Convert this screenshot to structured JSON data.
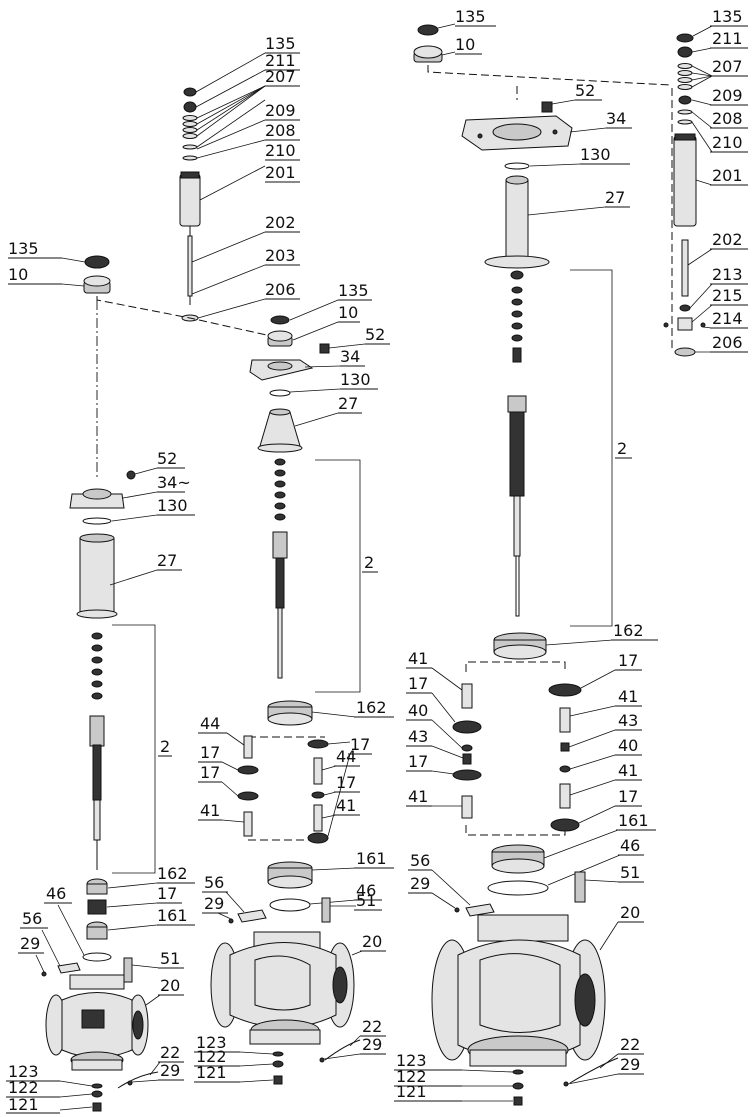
{
  "labels": {
    "a": {
      "l135": "135",
      "l211": "211",
      "l207": "207",
      "l209": "209",
      "l208": "208",
      "l210": "210",
      "l201": "201",
      "l202": "202",
      "l203": "203",
      "l206": "206",
      "l135b": "135",
      "l10": "10"
    },
    "b": {
      "l135": "135",
      "l10": "10",
      "l52": "52",
      "l34": "34",
      "l130": "130",
      "l27": "27",
      "l2": "2",
      "l162": "162",
      "l44a": "44",
      "l44b": "44",
      "l17a": "17",
      "l17b": "17",
      "l17c": "17",
      "l17d": "17",
      "l41a": "41",
      "l41b": "41",
      "l161": "161",
      "l56": "56",
      "l29a": "29",
      "l46": "46",
      "l51": "51",
      "l20": "20",
      "l123": "123",
      "l122": "122",
      "l121": "121",
      "l22": "22",
      "l29b": "29"
    },
    "c": {
      "l52": "52",
      "l34": "34~",
      "l130": "130",
      "l27": "27",
      "l2": "2",
      "l162": "162",
      "l17": "17",
      "l161": "161",
      "l46": "46",
      "l56": "56",
      "l29a": "29",
      "l51": "51",
      "l20": "20",
      "l22": "22",
      "l29b": "29",
      "l123": "123",
      "l122": "122",
      "l121": "121"
    },
    "d": {
      "l135": "135",
      "l10": "10",
      "l52": "52",
      "l34": "34",
      "l130": "130",
      "l27": "27",
      "l2": "2",
      "l162": "162",
      "l41a": "41",
      "l17a": "17",
      "l40a": "40",
      "l43a": "43",
      "l17b": "17",
      "l41b": "41",
      "l17c": "17",
      "l41c": "41",
      "l43b": "43",
      "l40b": "40",
      "l41d": "41",
      "l17d": "17",
      "l161": "161",
      "l56": "56",
      "l46": "46",
      "l29a": "29",
      "l51": "51",
      "l20": "20",
      "l123": "123",
      "l122": "122",
      "l121": "121",
      "l22": "22",
      "l29b": "29"
    },
    "e": {
      "l135": "135",
      "l211": "211",
      "l207": "207",
      "l209": "209",
      "l208": "208",
      "l210": "210",
      "l201": "201",
      "l202": "202",
      "l213": "213",
      "l215": "215",
      "l214": "214",
      "l206": "206"
    }
  }
}
